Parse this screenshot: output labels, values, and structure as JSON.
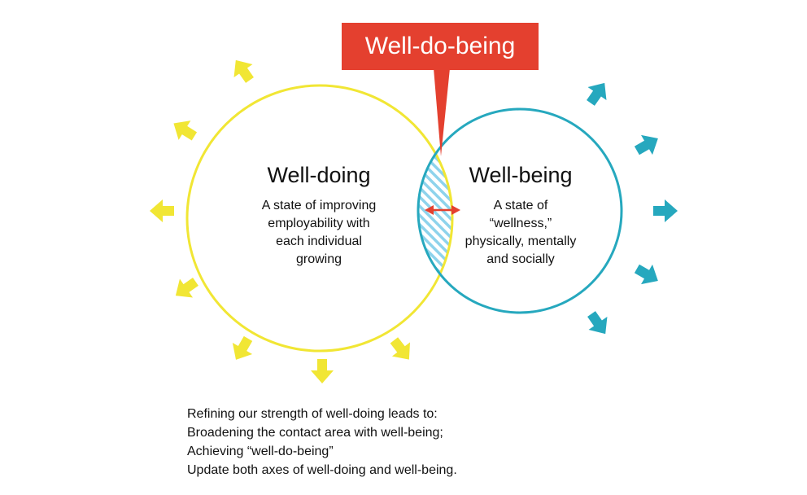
{
  "colors": {
    "well_doing": "#F1E634",
    "well_being": "#26A8BE",
    "callout": "#E4402F",
    "overlap_hatch": "#8ED3EC"
  },
  "callout": {
    "label": "Well-do-being"
  },
  "well_doing": {
    "title": "Well-doing",
    "description_lines": [
      "A state of improving",
      "employability with",
      "each individual",
      "growing"
    ],
    "arrow_icon": "yellow-arrow-icon"
  },
  "well_being": {
    "title": "Well-being",
    "description_lines": [
      "A state of",
      "“wellness,”",
      "physically, mentally",
      "and socially"
    ],
    "arrow_icon": "teal-arrow-icon"
  },
  "overlap": {
    "icon": "double-arrow-icon"
  },
  "summary_lines": [
    "Refining our strength of well-doing leads to:",
    "Broadening the contact area with well-being;",
    "Achieving “well-do-being”",
    "Update both axes of well-doing and well-being."
  ]
}
